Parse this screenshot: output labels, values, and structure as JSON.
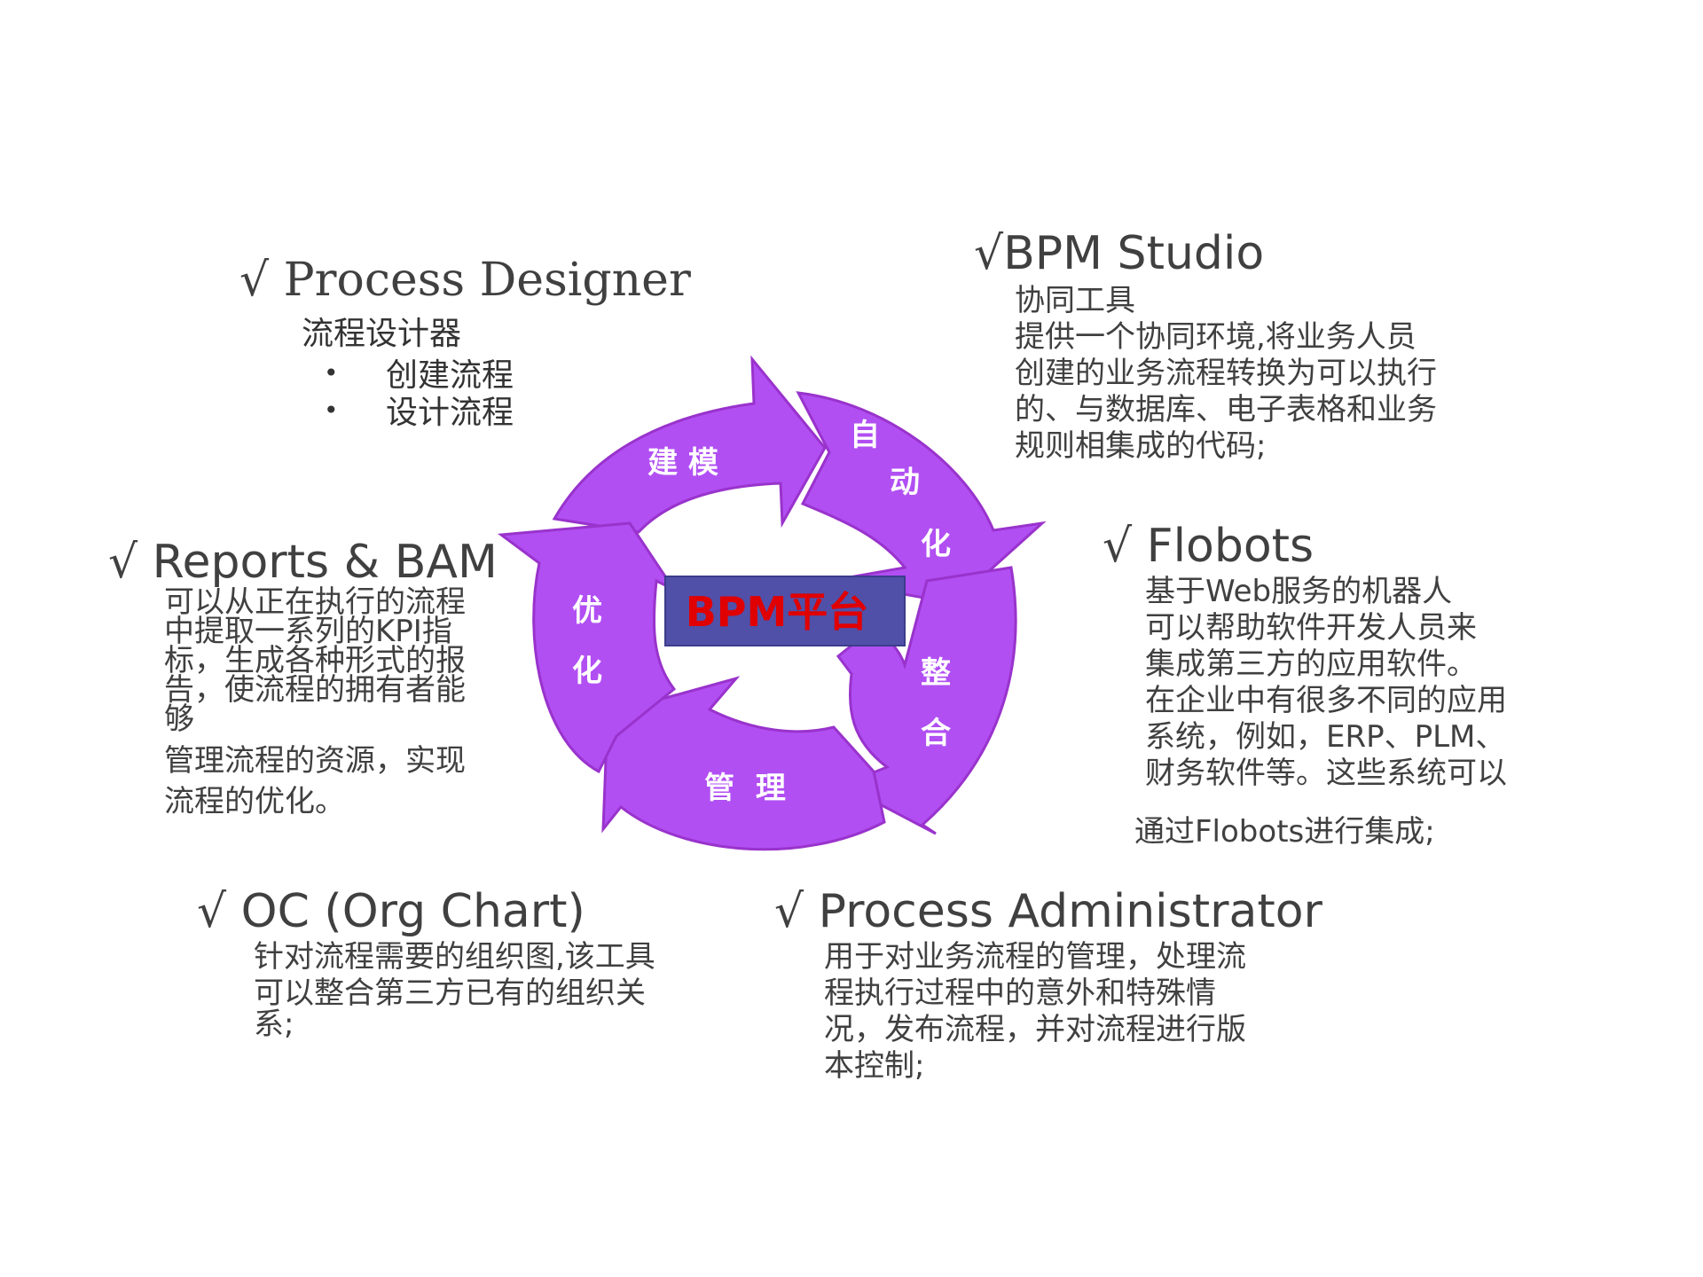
{
  "colors": {
    "arrow_fill": "#b14ff3",
    "arrow_stroke": "#9933cc",
    "center_box": "#5050a8",
    "center_text": "#e00000",
    "text": "#404040"
  },
  "cycle": {
    "center_label": "BPM平台",
    "segments": [
      {
        "label": "建 模"
      },
      {
        "label": "自动化",
        "chars": [
          "自",
          "动",
          "化"
        ]
      },
      {
        "label": "整合",
        "chars": [
          "整",
          "合"
        ]
      },
      {
        "label": "管  理"
      },
      {
        "label": "优化",
        "chars": [
          "优",
          "化"
        ]
      }
    ]
  },
  "process_designer": {
    "title": "√ Process Designer",
    "subtitle": "流程设计器",
    "bullets": [
      "创建流程",
      "设计流程"
    ],
    "bullet_symbol": "•"
  },
  "bpm_studio": {
    "title": "√BPM Studio",
    "lines": [
      "协同工具",
      "提供一个协同环境,将业务人员",
      "创建的业务流程转换为可以执行",
      "的、与数据库、电子表格和业务",
      "规则相集成的代码;"
    ]
  },
  "flobots": {
    "title": "√ Flobots",
    "lines": [
      "基于Web服务的机器人",
      "可以帮助软件开发人员来",
      "集成第三方的应用软件。",
      "在企业中有很多不同的应用",
      "系统，例如，ERP、PLM、",
      "财务软件等。这些系统可以"
    ],
    "last_line": "通过Flobots进行集成;"
  },
  "reports_bam": {
    "title": "√ Reports & BAM",
    "lines": [
      "可以从正在执行的流程",
      "中提取一系列的KPI指",
      "标，生成各种形式的报",
      "告，使流程的拥有者能",
      "够"
    ],
    "lines2": [
      "管理流程的资源，实现",
      "流程的优化。"
    ]
  },
  "oc": {
    "title": "√ OC (Org Chart)",
    "lines": [
      "针对流程需要的组织图,该工具",
      "可以整合第三方已有的组织关",
      "系;"
    ]
  },
  "process_admin": {
    "title": "√ Process Administrator",
    "lines": [
      "用于对业务流程的管理，处理流",
      "程执行过程中的意外和特殊情",
      "况，发布流程，并对流程进行版",
      "本控制;"
    ]
  }
}
